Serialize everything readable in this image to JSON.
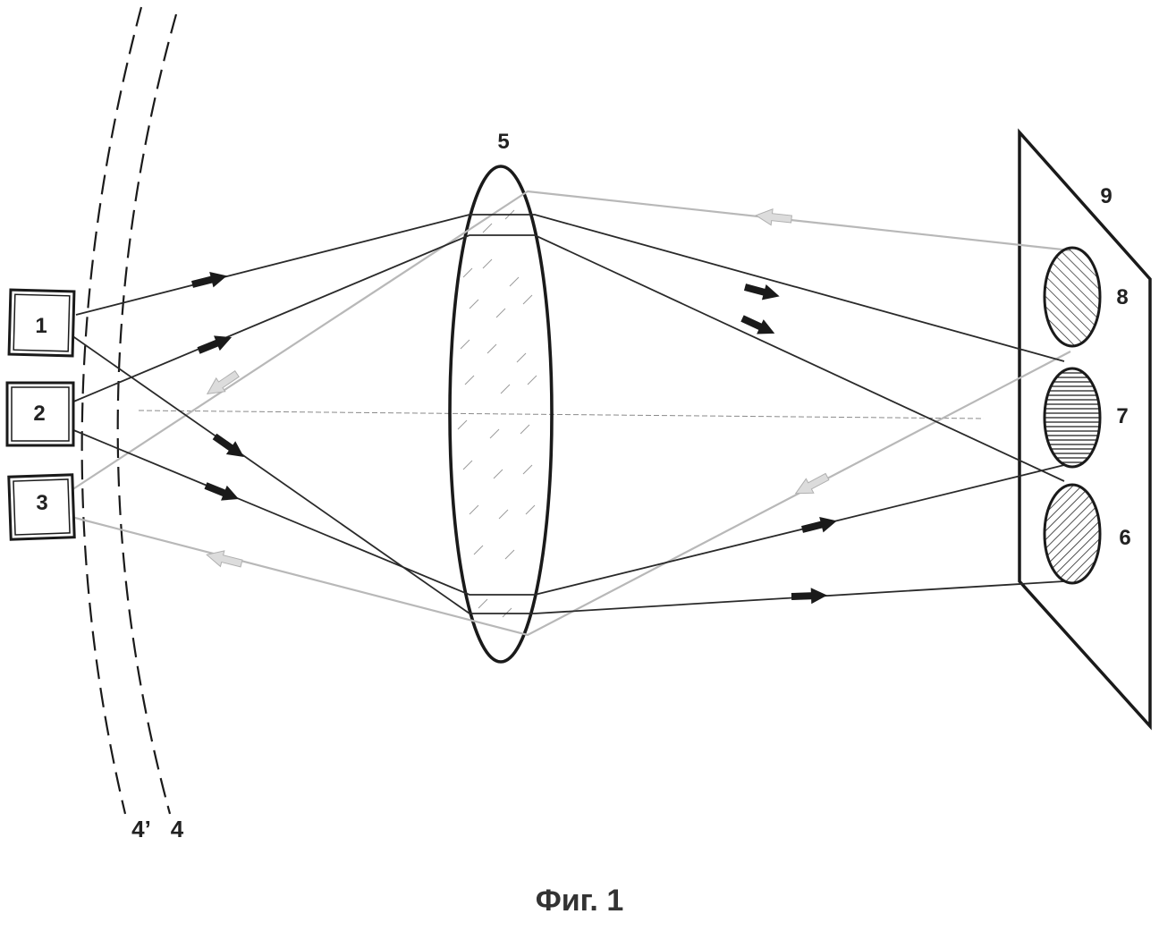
{
  "labels": {
    "emitter_1": "1",
    "emitter_2": "2",
    "emitter_3": "3",
    "arc_inner": "4’",
    "arc_outer": "4",
    "lens": "5",
    "spot_6": "6",
    "spot_7": "7",
    "spot_8": "8",
    "screen": "9"
  },
  "caption": "Фиг. 1",
  "colors": {
    "ink": "#1a1a1a",
    "ray_dark": "#2a2a2a",
    "ray_light": "#b8b8b8",
    "axis": "#8a8a8a"
  }
}
